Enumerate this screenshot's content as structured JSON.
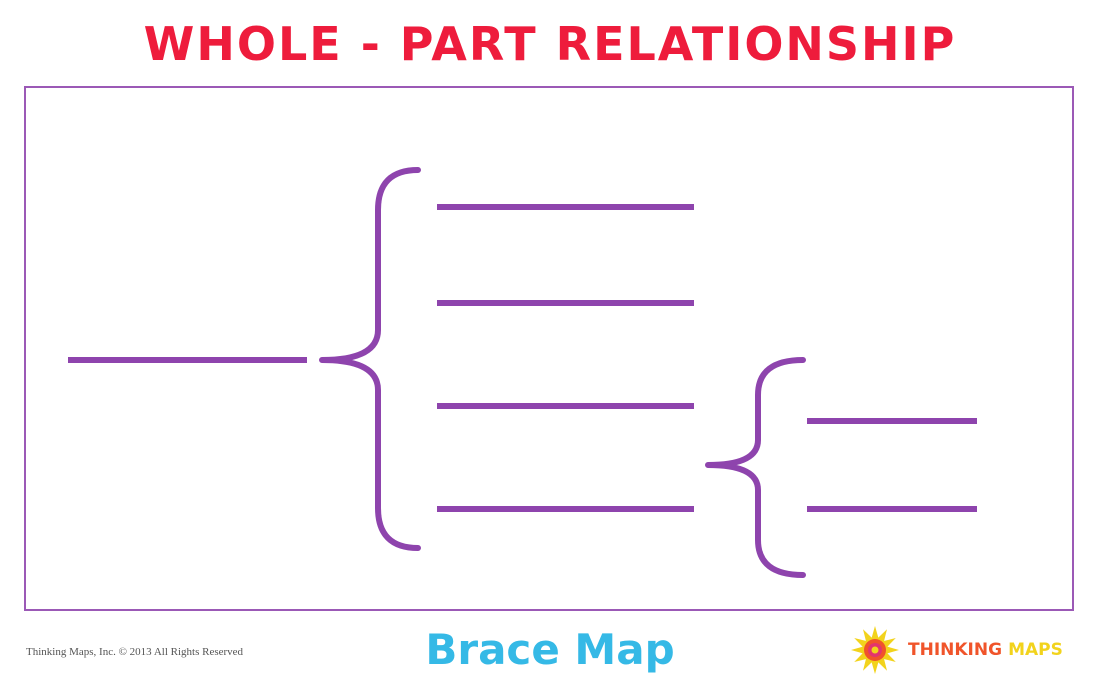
{
  "title": "WHOLE - PART RELATIONSHIP",
  "subtitle": "Brace Map",
  "copyright": "Thinking Maps, Inc. © 2013 All Rights Reserved",
  "brand": {
    "word_1": "THINKING",
    "word_2": "MAPS"
  },
  "colors": {
    "title": "#ee1c3c",
    "frame": "#9b59b6",
    "lines": "#8e44ad",
    "subtitle": "#35b9e6",
    "brand_word_1": "#f0542a",
    "brand_word_2": "#f2d31c"
  },
  "icons": {
    "brand_logo": "sunburst-logo-icon"
  }
}
